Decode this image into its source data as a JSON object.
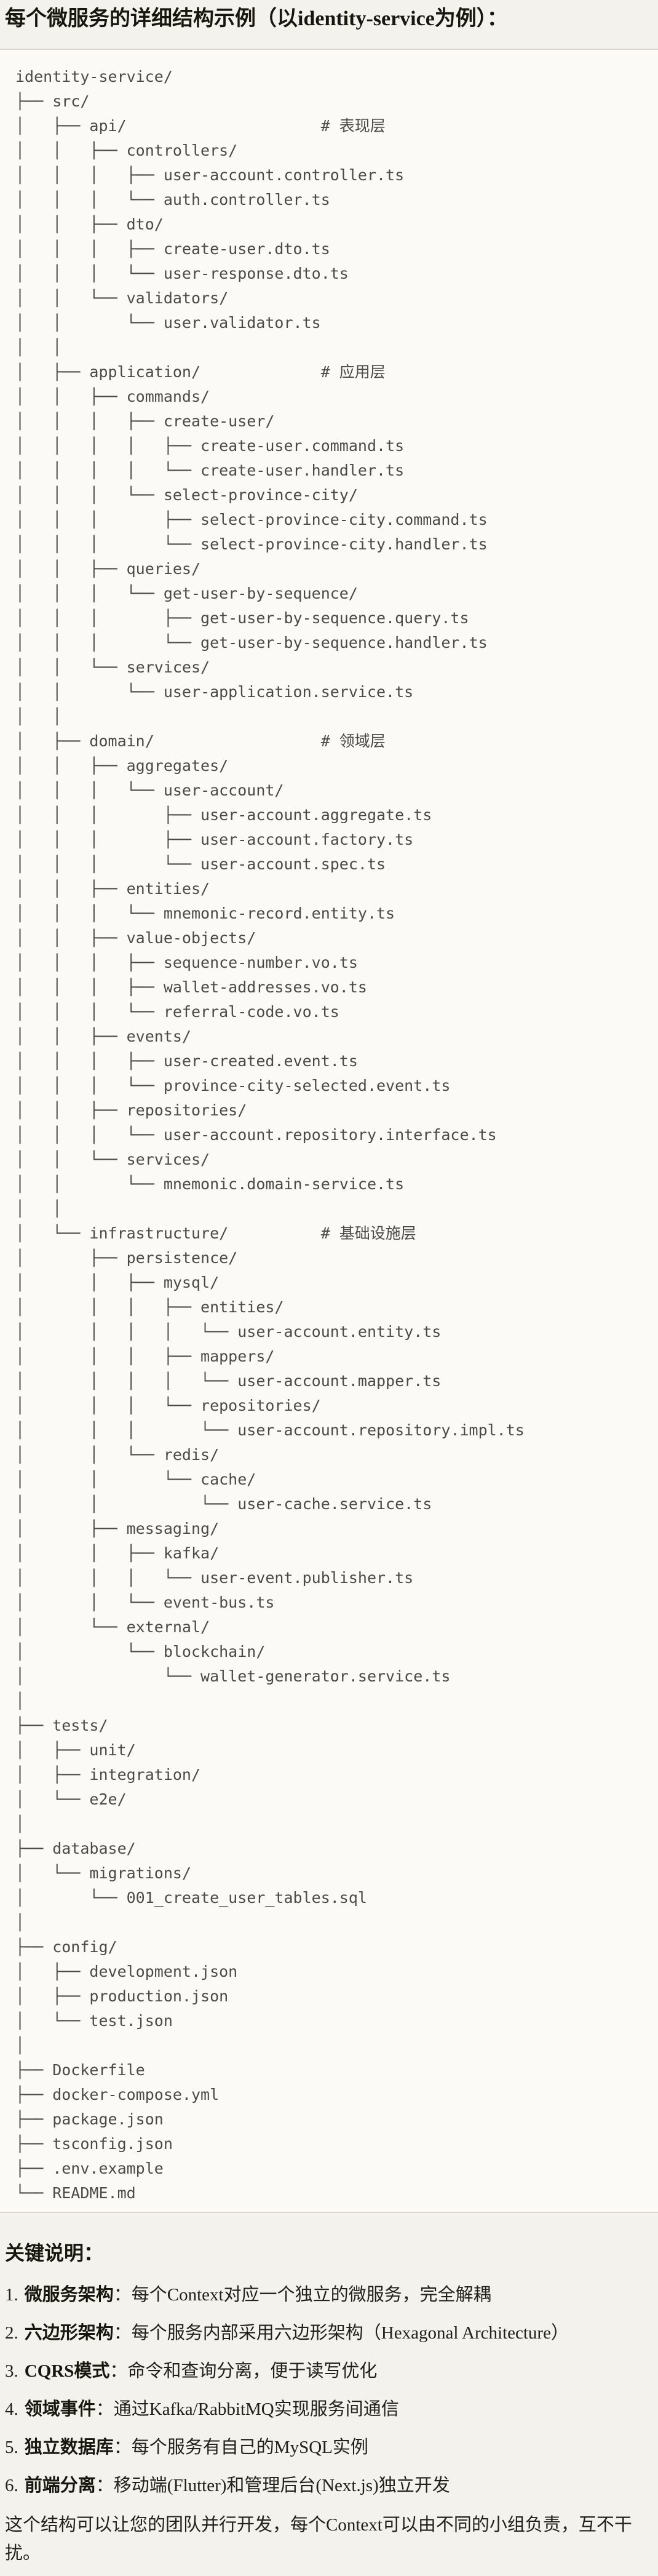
{
  "title": "每个微服务的详细结构示例（以identity-service为例）：",
  "code_block": {
    "tree_lines": [
      "identity-service/",
      "├── src/",
      "│   ├── api/                     # 表现层",
      "│   │   ├── controllers/",
      "│   │   │   ├── user-account.controller.ts",
      "│   │   │   └── auth.controller.ts",
      "│   │   ├── dto/",
      "│   │   │   ├── create-user.dto.ts",
      "│   │   │   └── user-response.dto.ts",
      "│   │   └── validators/",
      "│   │       └── user.validator.ts",
      "│   │",
      "│   ├── application/             # 应用层",
      "│   │   ├── commands/",
      "│   │   │   ├── create-user/",
      "│   │   │   │   ├── create-user.command.ts",
      "│   │   │   │   └── create-user.handler.ts",
      "│   │   │   └── select-province-city/",
      "│   │   │       ├── select-province-city.command.ts",
      "│   │   │       └── select-province-city.handler.ts",
      "│   │   ├── queries/",
      "│   │   │   └── get-user-by-sequence/",
      "│   │   │       ├── get-user-by-sequence.query.ts",
      "│   │   │       └── get-user-by-sequence.handler.ts",
      "│   │   └── services/",
      "│   │       └── user-application.service.ts",
      "│   │",
      "│   ├── domain/                  # 领域层",
      "│   │   ├── aggregates/",
      "│   │   │   └── user-account/",
      "│   │   │       ├── user-account.aggregate.ts",
      "│   │   │       ├── user-account.factory.ts",
      "│   │   │       └── user-account.spec.ts",
      "│   │   ├── entities/",
      "│   │   │   └── mnemonic-record.entity.ts",
      "│   │   ├── value-objects/",
      "│   │   │   ├── sequence-number.vo.ts",
      "│   │   │   ├── wallet-addresses.vo.ts",
      "│   │   │   └── referral-code.vo.ts",
      "│   │   ├── events/",
      "│   │   │   ├── user-created.event.ts",
      "│   │   │   └── province-city-selected.event.ts",
      "│   │   ├── repositories/",
      "│   │   │   └── user-account.repository.interface.ts",
      "│   │   └── services/",
      "│   │       └── mnemonic.domain-service.ts",
      "│   │",
      "│   └── infrastructure/          # 基础设施层",
      "│       ├── persistence/",
      "│       │   ├── mysql/",
      "│       │   │   ├── entities/",
      "│       │   │   │   └── user-account.entity.ts",
      "│       │   │   ├── mappers/",
      "│       │   │   │   └── user-account.mapper.ts",
      "│       │   │   └── repositories/",
      "│       │   │       └── user-account.repository.impl.ts",
      "│       │   └── redis/",
      "│       │       └── cache/",
      "│       │           └── user-cache.service.ts",
      "│       ├── messaging/",
      "│       │   ├── kafka/",
      "│       │   │   └── user-event.publisher.ts",
      "│       │   └── event-bus.ts",
      "│       └── external/",
      "│           └── blockchain/",
      "│               └── wallet-generator.service.ts",
      "│",
      "├── tests/",
      "│   ├── unit/",
      "│   ├── integration/",
      "│   └── e2e/",
      "│",
      "├── database/",
      "│   └── migrations/",
      "│       └── 001_create_user_tables.sql",
      "│",
      "├── config/",
      "│   ├── development.json",
      "│   ├── production.json",
      "│   └── test.json",
      "│",
      "├── Dockerfile",
      "├── docker-compose.yml",
      "├── package.json",
      "├── tsconfig.json",
      "├── .env.example",
      "└── README.md"
    ]
  },
  "notes": {
    "heading": "关键说明：",
    "items": [
      {
        "num": "1.",
        "label": "微服务架构",
        "colon": "：",
        "text": "每个Context对应一个独立的微服务，完全解耦"
      },
      {
        "num": "2.",
        "label": "六边形架构",
        "colon": "：",
        "text": "每个服务内部采用六边形架构（Hexagonal Architecture）"
      },
      {
        "num": "3.",
        "label": "CQRS模式",
        "colon": "：",
        "text": "命令和查询分离，便于读写优化"
      },
      {
        "num": "4.",
        "label": "领域事件",
        "colon": "：",
        "text": "通过Kafka/RabbitMQ实现服务间通信"
      },
      {
        "num": "5.",
        "label": "独立数据库",
        "colon": "：",
        "text": "每个服务有自己的MySQL实例"
      },
      {
        "num": "6.",
        "label": "前端分离",
        "colon": "：",
        "text": "移动端(Flutter)和管理后台(Next.js)独立开发"
      }
    ]
  },
  "footer": "这个结构可以让您的团队并行开发，每个Context可以由不同的小组负责，互不干扰。",
  "colors": {
    "page_bg": "#F4F2EC",
    "code_bg": "#FBFAF7",
    "code_border": "#D9D6CD",
    "code_text": "#4B4A46",
    "body_text": "#21201C"
  }
}
